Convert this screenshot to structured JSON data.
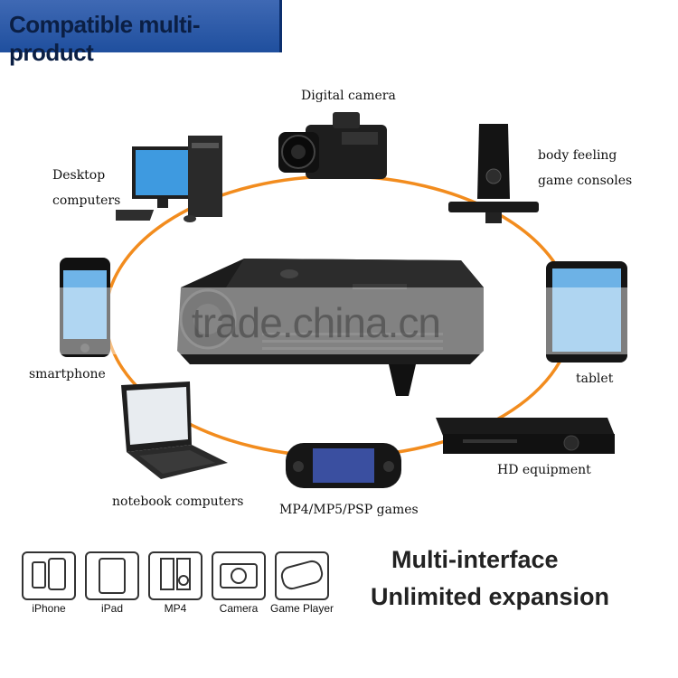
{
  "banner": {
    "title": "Compatible multi-product"
  },
  "center_device": {
    "watermark": "trade.china.cn"
  },
  "devices": {
    "digital_camera": "Digital camera",
    "body_feeling_line1": "body feeling",
    "body_feeling_line2": "game consoles",
    "desktop_line1": "Desktop",
    "desktop_line2": "computers",
    "smartphone": "smartphone",
    "tablet": "tablet",
    "notebook": "notebook computers",
    "mp4_psp": "MP4/MP5/PSP games",
    "hd_equipment": "HD equipment"
  },
  "icon_row": [
    {
      "label": "iPhone",
      "icon": "phone-icon"
    },
    {
      "label": "iPad",
      "icon": "tablet-icon"
    },
    {
      "label": "MP4",
      "icon": "mp4-player-icon"
    },
    {
      "label": "Camera",
      "icon": "camera-icon"
    },
    {
      "label": "Game Player",
      "icon": "game-player-icon"
    }
  ],
  "slogan": {
    "line1": "Multi-interface",
    "line2": "Unlimited expansion"
  },
  "colors": {
    "banner": "#2f5ba8",
    "ring": "#f28c1e"
  }
}
